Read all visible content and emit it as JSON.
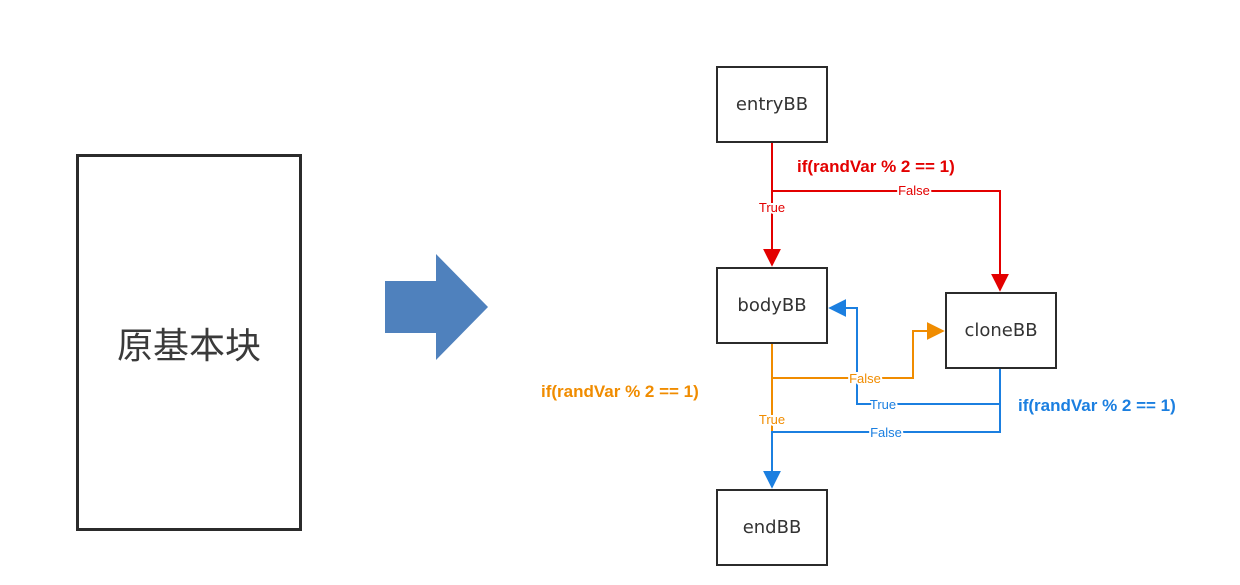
{
  "original_block": {
    "label": "原基本块"
  },
  "blocks": {
    "entry": "entryBB",
    "body": "bodyBB",
    "clone": "cloneBB",
    "end": "endBB"
  },
  "conditions": {
    "entry": "if(randVar % 2 == 1)",
    "body": "if(randVar % 2 == 1)",
    "clone": "if(randVar % 2 == 1)"
  },
  "edge_labels": {
    "entry_true": "True",
    "entry_false": "False",
    "body_true": "True",
    "body_false": "False",
    "clone_true": "True",
    "clone_false": "False"
  },
  "colors": {
    "entry_edges": "#e30000",
    "body_edges": "#f08c00",
    "clone_edges": "#1b7fe0",
    "transform_arrow": "#4f81bd"
  }
}
